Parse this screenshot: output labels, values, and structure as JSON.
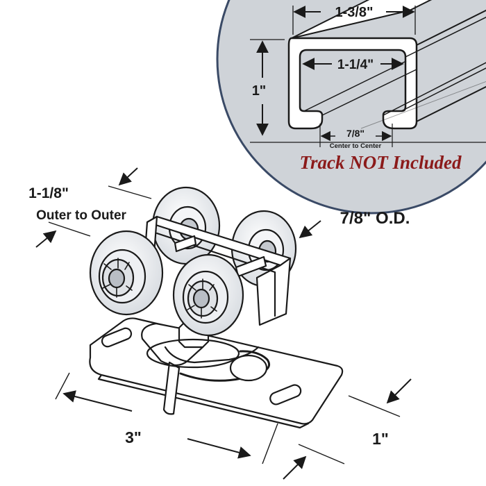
{
  "track_inset": {
    "outer_width": "1-3/8\"",
    "inner_width": "1-1/4\"",
    "height": "1\"",
    "slot_center": "7/8\"",
    "slot_center_note": "Center to Center",
    "notice": "Track NOT Included"
  },
  "hanger": {
    "wheel_span": "1-1/8\"",
    "wheel_span_note": "Outer to Outer",
    "wheel_diameter": "7/8\" O.D.",
    "plate_length": "3\"",
    "plate_width": "1\""
  },
  "colors": {
    "line": "#1a1a1a",
    "inset_fill": "#cfd3d8",
    "inset_border": "#3a4a66",
    "notice_red": "#8b1a1a"
  }
}
